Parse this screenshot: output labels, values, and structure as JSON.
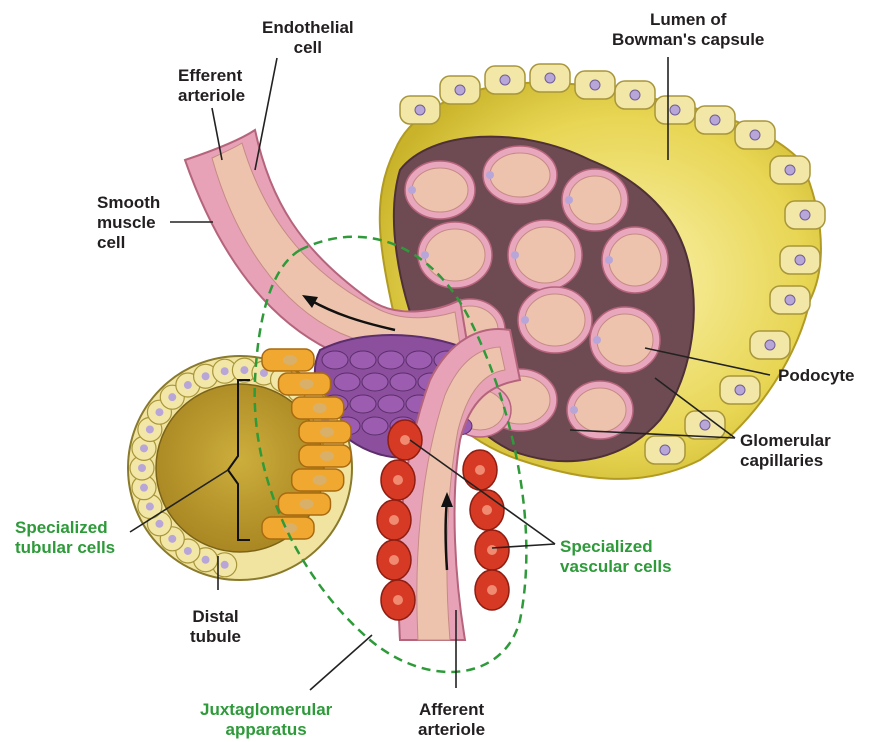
{
  "labels": {
    "endothelial_cell": "Endothelial\ncell",
    "efferent_arteriole": "Efferent\narteriole",
    "lumen_bowmans": "Lumen of\nBowman's capsule",
    "smooth_muscle_cell": "Smooth\nmuscle\ncell",
    "podocyte": "Podocyte",
    "glomerular_capillaries": "Glomerular\ncapillaries",
    "specialized_tubular_cells": "Specialized\ntubular cells",
    "specialized_vascular_cells": "Specialized\nvascular cells",
    "distal_tubule": "Distal\ntubule",
    "juxtaglomerular_apparatus": "Juxtaglomerular\napparatus",
    "afferent_arteriole": "Afferent\narteriole"
  },
  "colors": {
    "label_text": "#231f20",
    "highlight_text": "#2e9a3a",
    "bowman_capsule": "#e0cc3a",
    "capsule_cells": "#f3e7a8",
    "vessel_wall": "#e9a7bd",
    "vessel_lumen": "#edc3ad",
    "podocyte": "#7b5a5f",
    "macula_densa": "#f0a830",
    "granular_cells": "#d63a24",
    "mesangial": "#8a4f9c",
    "nucleus": "#b9a6d8",
    "dashed_outline": "#2e9a3a"
  }
}
